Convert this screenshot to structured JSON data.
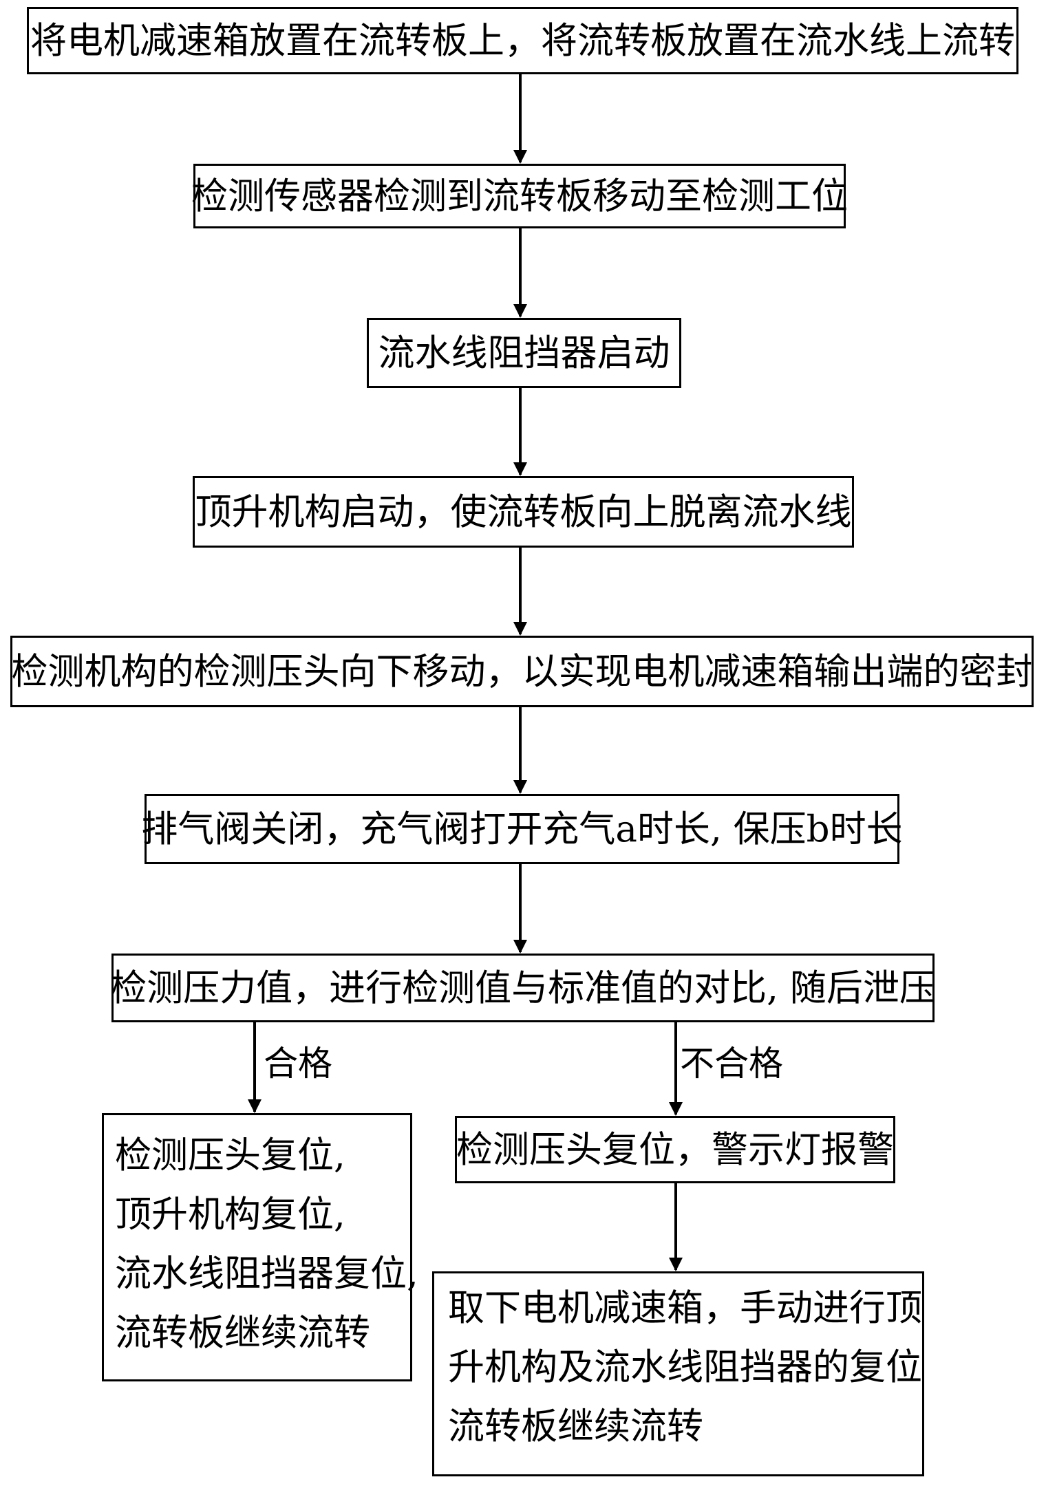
{
  "flowchart": {
    "steps": [
      {
        "id": "s1",
        "text": "将电机减速箱放置在流转板上，将流转板放置在流水线上流转"
      },
      {
        "id": "s2",
        "text": "检测传感器检测到流转板移动至检测工位"
      },
      {
        "id": "s3",
        "text": "流水线阻挡器启动"
      },
      {
        "id": "s4",
        "text": "顶升机构启动，使流转板向上脱离流水线"
      },
      {
        "id": "s5",
        "text": "检测机构的检测压头向下移动，以实现电机减速箱输出端的密封"
      },
      {
        "id": "s6",
        "text": "排气阀关闭，充气阀打开充气a时长, 保压b时长"
      },
      {
        "id": "s7",
        "text": "检测压力值，进行检测值与标准值的对比, 随后泄压"
      }
    ],
    "pass_branch": {
      "label": "合格",
      "lines": [
        "检测压头复位,",
        "顶升机构复位,",
        "流水线阻挡器复位,",
        "流转板继续流转"
      ]
    },
    "fail_branch": {
      "label": "不合格",
      "step": "检测压头复位，警示灯报警",
      "final_lines": [
        "取下电机减速箱，手动进行顶",
        "升机构及流水线阻挡器的复位",
        "流转板继续流转"
      ]
    }
  }
}
